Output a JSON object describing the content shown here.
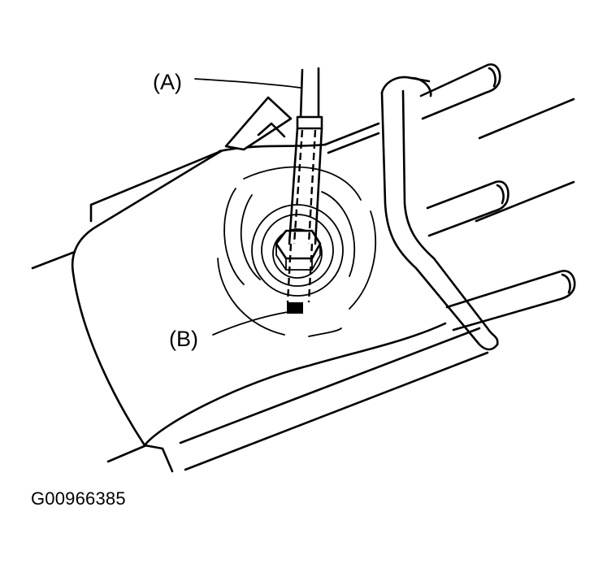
{
  "callouts": {
    "a": "(A)",
    "b": "(B)"
  },
  "figure_id": "G00966385"
}
